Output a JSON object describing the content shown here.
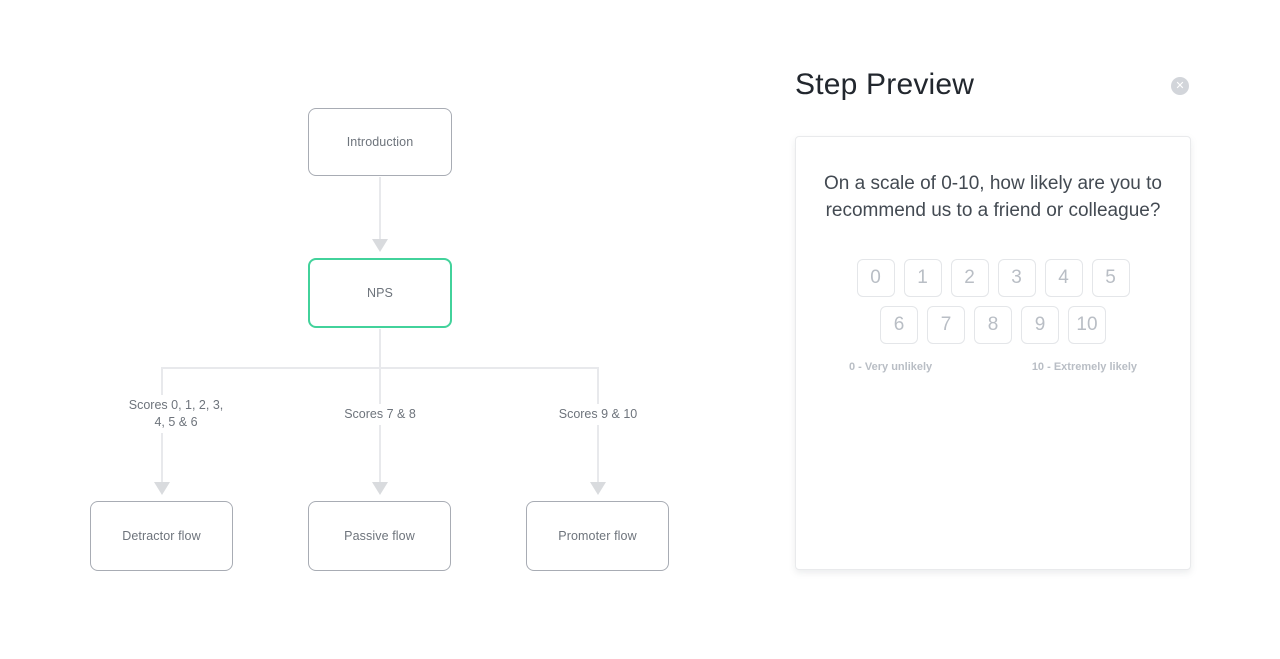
{
  "flowchart": {
    "nodes": {
      "introduction": {
        "label": "Introduction",
        "selected": false
      },
      "nps": {
        "label": "NPS",
        "selected": true
      },
      "detractor": {
        "label": "Detractor flow",
        "selected": false
      },
      "passive": {
        "label": "Passive flow",
        "selected": false
      },
      "promoter": {
        "label": "Promoter flow",
        "selected": false
      }
    },
    "branch_labels": {
      "detractor": {
        "line1": "Scores 0, 1, 2, 3,",
        "line2": "4, 5 & 6"
      },
      "passive": {
        "line1": "Scores 7 & 8"
      },
      "promoter": {
        "line1": "Scores 9 & 10"
      }
    }
  },
  "preview_panel": {
    "title": "Step Preview",
    "close_icon": "✕",
    "card": {
      "question": "On a scale of 0-10, how likely are you to recommend us to a friend or colleague?",
      "scale": {
        "row1": [
          "0",
          "1",
          "2",
          "3",
          "4",
          "5"
        ],
        "row2": [
          "6",
          "7",
          "8",
          "9",
          "10"
        ],
        "min_label": "0 - Very unlikely",
        "max_label": "10 - Extremely likely"
      }
    }
  },
  "colors": {
    "selected_node_border": "#42d29b",
    "node_border": "#a8acb4",
    "connector_line": "#e8e9ec",
    "arrowhead": "#d9dbde",
    "title_text": "#22272e",
    "question_text": "#434a52",
    "muted_text": "#b9bec5"
  }
}
